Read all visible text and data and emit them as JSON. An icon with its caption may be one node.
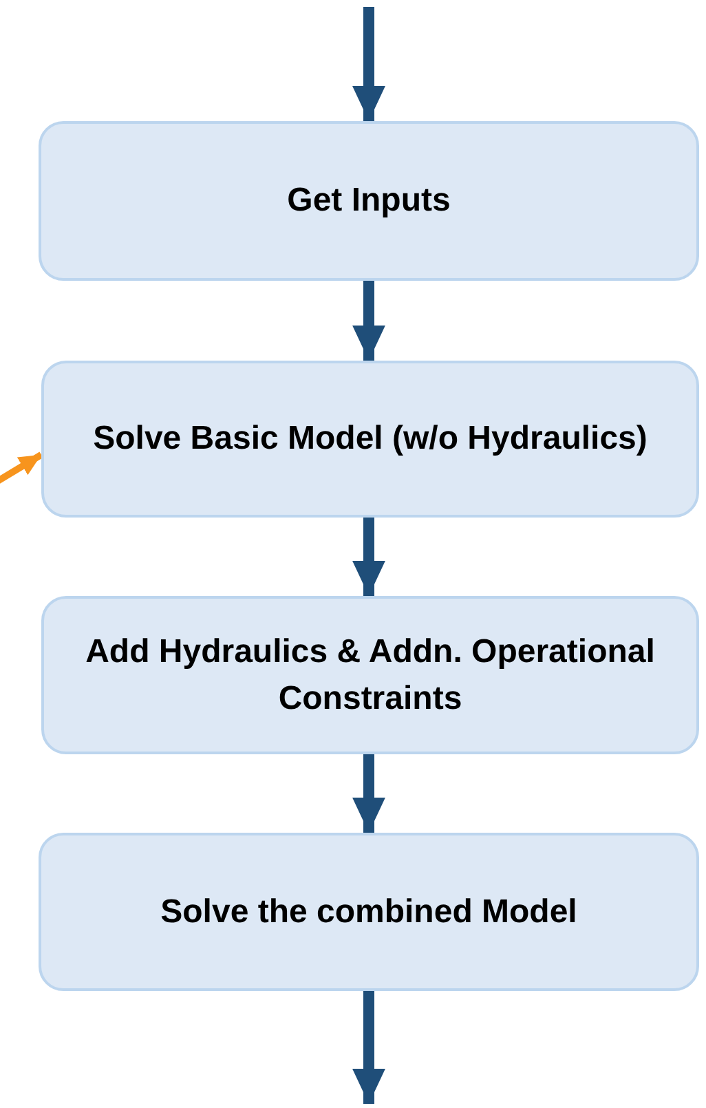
{
  "diagram": {
    "nodes": [
      {
        "text": [
          "Get Inputs"
        ]
      },
      {
        "text": [
          "Solve Basic Model (w/o Hydraulics)"
        ]
      },
      {
        "text": [
          "Add Hydraulics & Addn. Operational Constraints"
        ]
      },
      {
        "text": [
          "Solve the combined Model"
        ]
      }
    ],
    "edges": [
      {
        "from": null,
        "to": 0,
        "arrow": "to"
      },
      {
        "from": 0,
        "to": 1,
        "arrow": "to"
      },
      {
        "from": 1,
        "to": 2,
        "arrow": "to"
      },
      {
        "from": 2,
        "to": 3,
        "arrow": "to"
      },
      {
        "from": 3,
        "to": null,
        "arrow": "to"
      },
      {
        "from": null,
        "to": 1,
        "arrow": "to",
        "color": "#f7941d"
      }
    ]
  }
}
